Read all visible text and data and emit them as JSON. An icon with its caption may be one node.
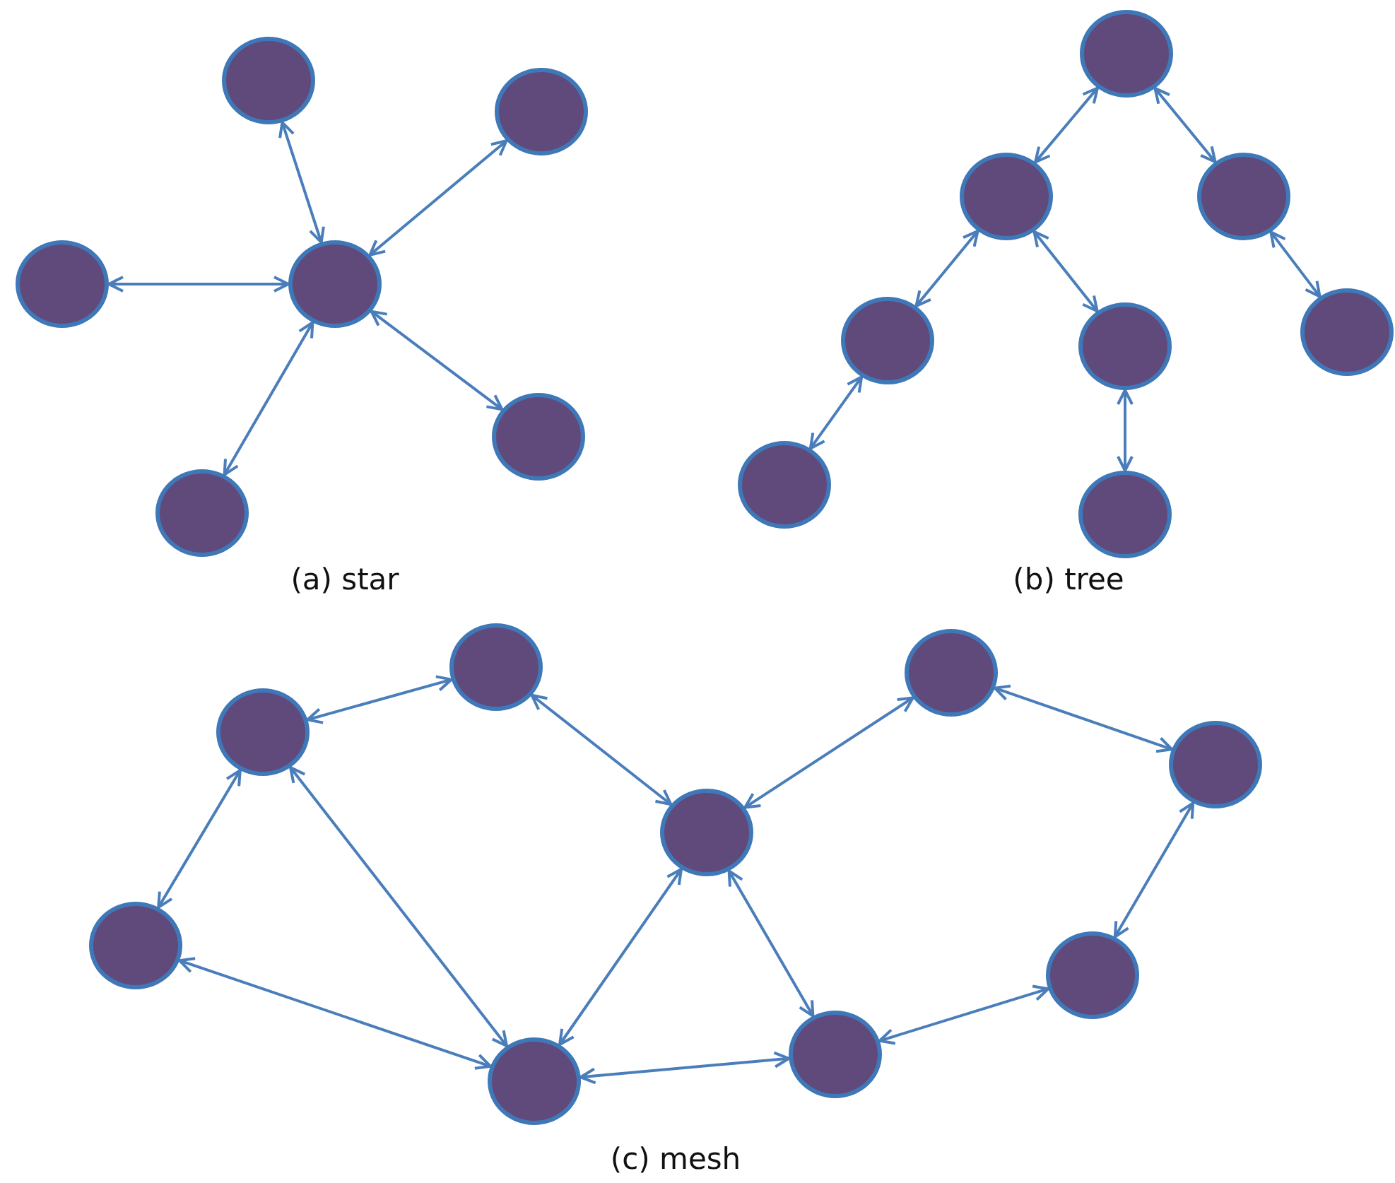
{
  "diagram": {
    "nodes": [
      {
        "text": [],
        "shape": "circle"
      },
      {
        "text": [],
        "shape": "circle"
      },
      {
        "text": [],
        "shape": "circle"
      },
      {
        "text": [],
        "shape": "circle"
      },
      {
        "text": [],
        "shape": "circle"
      },
      {
        "text": [],
        "shape": "circle"
      },
      {
        "text": [],
        "shape": "circle"
      },
      {
        "text": [],
        "shape": "circle"
      },
      {
        "text": [],
        "shape": "circle"
      },
      {
        "text": [],
        "shape": "circle"
      },
      {
        "text": [],
        "shape": "circle"
      },
      {
        "text": [],
        "shape": "circle"
      },
      {
        "text": [],
        "shape": "circle"
      },
      {
        "text": [],
        "shape": "circle"
      },
      {
        "text": [],
        "shape": "circle"
      },
      {
        "text": [],
        "shape": "circle"
      },
      {
        "text": [],
        "shape": "circle"
      },
      {
        "text": [],
        "shape": "circle"
      },
      {
        "text": [],
        "shape": "circle"
      },
      {
        "text": [],
        "shape": "circle"
      },
      {
        "text": [],
        "shape": "circle"
      },
      {
        "text": [],
        "shape": "circle"
      },
      {
        "text": [],
        "shape": "circle"
      }
    ],
    "edges": [
      {
        "from": 0,
        "to": 1,
        "arrow": "both"
      },
      {
        "from": 0,
        "to": 2,
        "arrow": "both"
      },
      {
        "from": 0,
        "to": 3,
        "arrow": "both"
      },
      {
        "from": 0,
        "to": 4,
        "arrow": "both"
      },
      {
        "from": 0,
        "to": 5,
        "arrow": "both"
      },
      {
        "from": 6,
        "to": 7,
        "arrow": "both"
      },
      {
        "from": 6,
        "to": 8,
        "arrow": "both"
      },
      {
        "from": 7,
        "to": 9,
        "arrow": "both"
      },
      {
        "from": 7,
        "to": 10,
        "arrow": "both"
      },
      {
        "from": 8,
        "to": 11,
        "arrow": "both"
      },
      {
        "from": 9,
        "to": 12,
        "arrow": "both"
      },
      {
        "from": 10,
        "to": 13,
        "arrow": "both"
      },
      {
        "from": 14,
        "to": 15,
        "arrow": "both"
      },
      {
        "from": 15,
        "to": 18,
        "arrow": "both"
      },
      {
        "from": 16,
        "to": 18,
        "arrow": "both"
      },
      {
        "from": 16,
        "to": 17,
        "arrow": "both"
      },
      {
        "from": 14,
        "to": 19,
        "arrow": "both"
      },
      {
        "from": 14,
        "to": 21,
        "arrow": "both"
      },
      {
        "from": 19,
        "to": 21,
        "arrow": "both"
      },
      {
        "from": 18,
        "to": 21,
        "arrow": "both"
      },
      {
        "from": 18,
        "to": 22,
        "arrow": "both"
      },
      {
        "from": 21,
        "to": 22,
        "arrow": "both"
      },
      {
        "from": 22,
        "to": 20,
        "arrow": "both"
      },
      {
        "from": 17,
        "to": 20,
        "arrow": "both"
      }
    ],
    "labels": [
      "(a) star",
      "(b) tree",
      "(c) mesh"
    ]
  }
}
